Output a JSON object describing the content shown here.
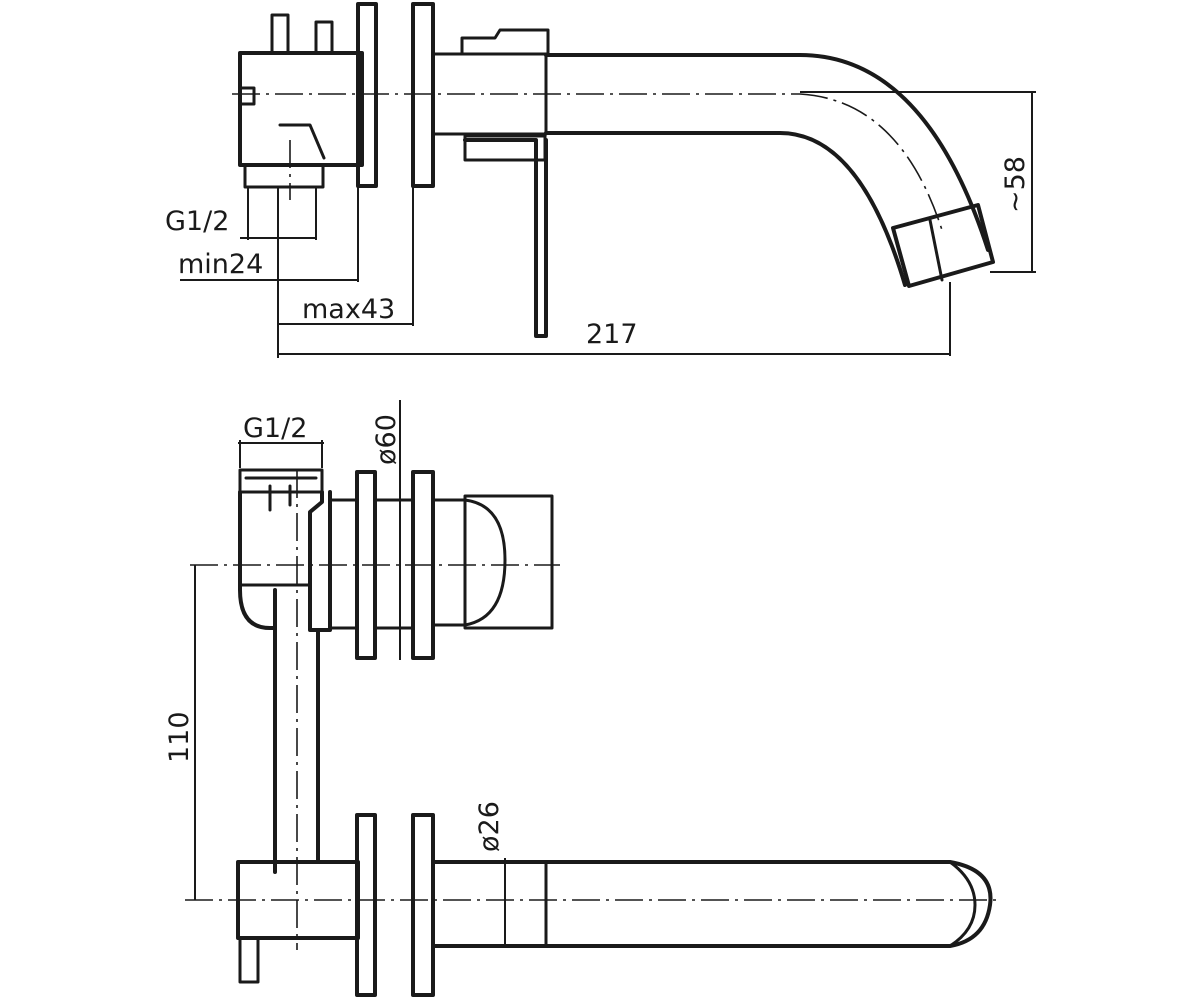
{
  "drawing": {
    "top_view": {
      "inlet_thread": "G1/2",
      "min_depth": "min24",
      "max_depth": "max43",
      "spout_length": "217",
      "spout_height": "~58"
    },
    "bottom_view": {
      "inlet_thread": "G1/2",
      "flange_diameter": "ø60",
      "center_distance": "110",
      "spout_diameter": "ø26"
    }
  },
  "colors": {
    "line": "#1a1a1a",
    "background": "#ffffff"
  }
}
